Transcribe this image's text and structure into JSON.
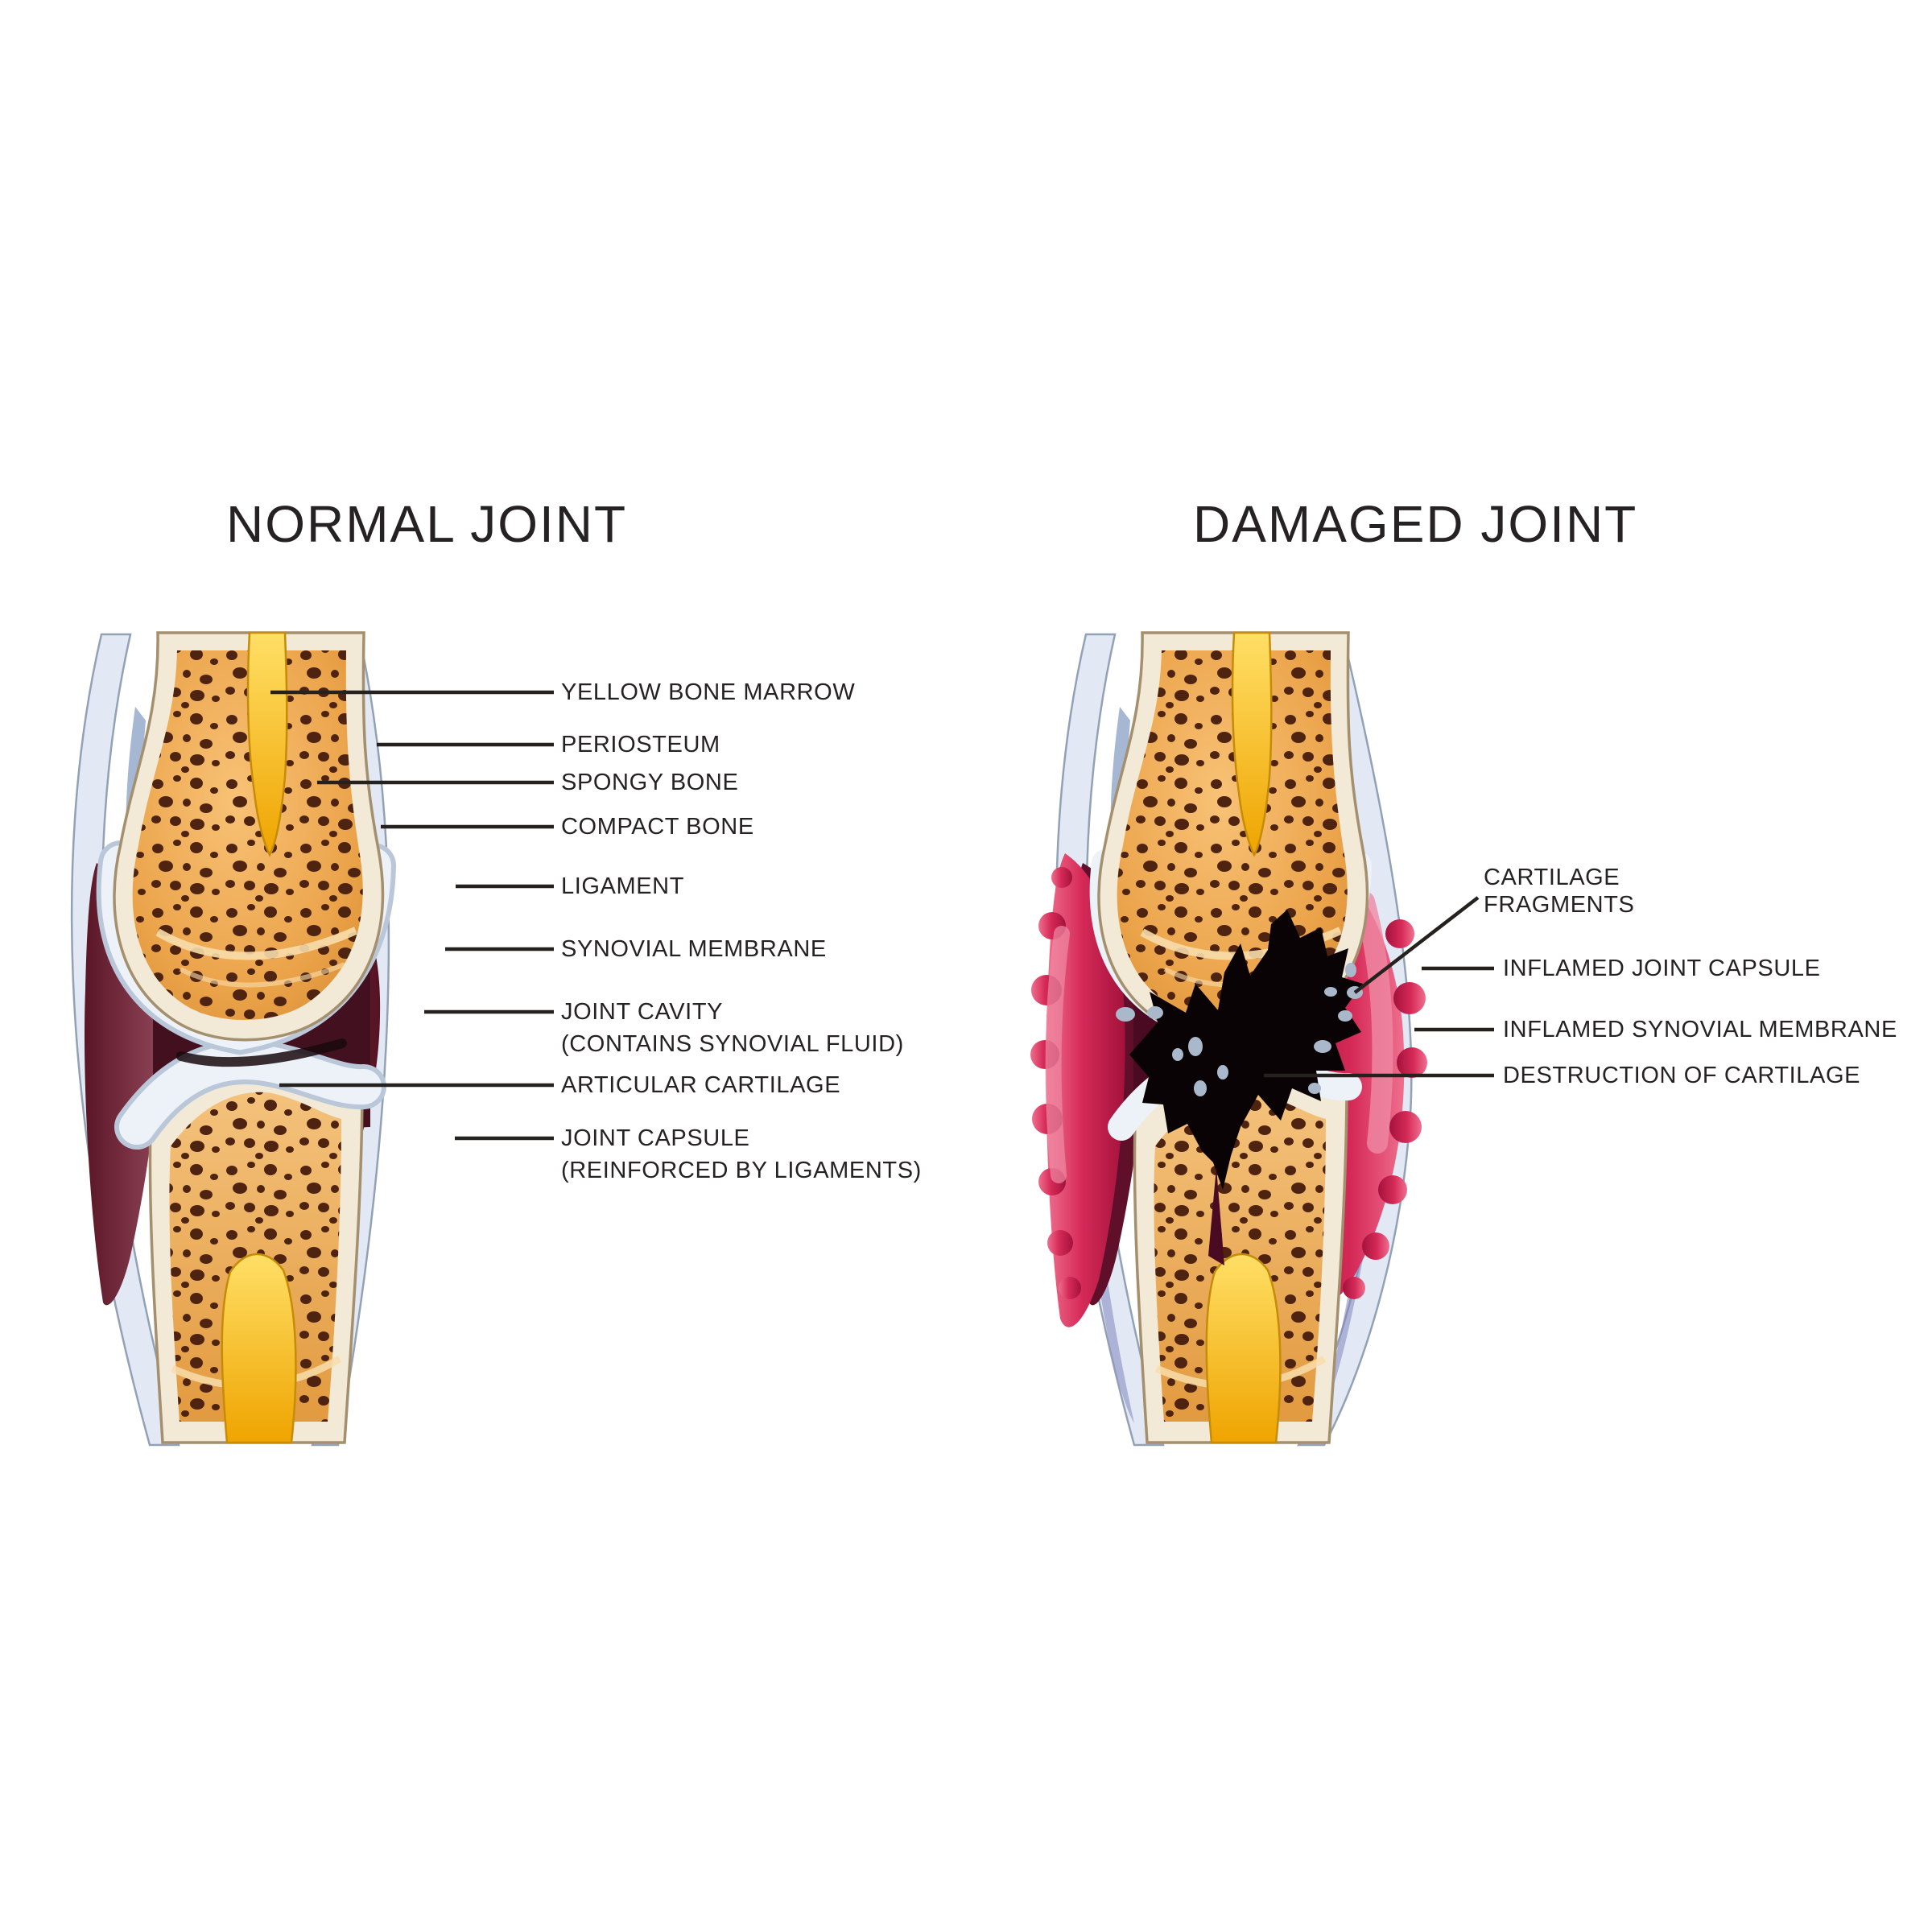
{
  "figure": {
    "left": {
      "title": "NORMAL JOINT",
      "labels": [
        {
          "text": "YELLOW BONE MARROW"
        },
        {
          "text": "PERIOSTEUM"
        },
        {
          "text": "SPONGY BONE"
        },
        {
          "text": "COMPACT BONE"
        },
        {
          "text": "LIGAMENT"
        },
        {
          "text": "SYNOVIAL MEMBRANE"
        },
        {
          "text": "JOINT CAVITY",
          "sub": "(CONTAINS SYNOVIAL FLUID)"
        },
        {
          "text": "ARTICULAR CARTILAGE"
        },
        {
          "text": "JOINT CAPSULE",
          "sub": "(REINFORCED BY LIGAMENTS)"
        }
      ]
    },
    "right": {
      "title": "DAMAGED JOINT",
      "labels": [
        {
          "text": "CARTILAGE",
          "sub": "FRAGMENTS"
        },
        {
          "text": "INFLAMED JOINT CAPSULE"
        },
        {
          "text": "INFLAMED SYNOVIAL MEMBRANE"
        },
        {
          "text": "DESTRUCTION OF CARTILAGE"
        }
      ]
    },
    "colors": {
      "text": "#262223",
      "leader_line": "#25211f",
      "bone_cream": "#f2e9d6",
      "bone_outline": "#a4906f",
      "spongy_orange": "#eda84f",
      "spongy_pore_brown": "#4e2410",
      "marrow_yellow": "#f7b500",
      "capsule_blue": "#e2e9f4",
      "ligament_blue": "#96abc9",
      "cavity_maroon": "#6d2335",
      "cartilage_white": "#edf2f9",
      "inflamed_red": "#c81e4e",
      "destruction_black": "#0a0305",
      "fragment_gray": "#a9b8ca",
      "background": "#ffffff"
    }
  }
}
